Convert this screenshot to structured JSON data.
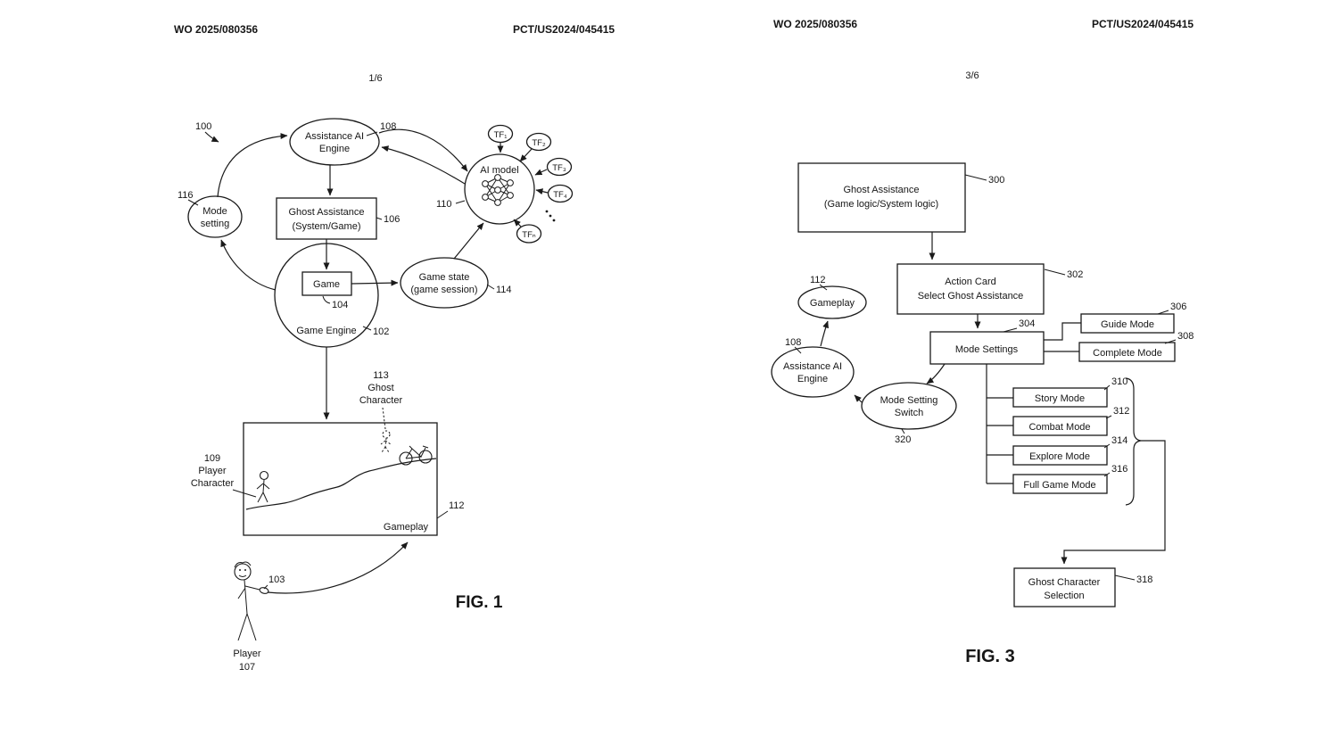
{
  "sheet1": {
    "header": {
      "left": "WO 2025/080356",
      "right": "PCT/US2024/045415"
    },
    "page_number": "1/6",
    "figure_caption": "FIG. 1",
    "refs": {
      "r100": "100",
      "r102": "102",
      "r103": "103",
      "r104": "104",
      "r106": "106",
      "r107": "107",
      "r108": "108",
      "r109": "109",
      "r110": "110",
      "r112": "112",
      "r113": "113",
      "r114": "114",
      "r116": "116"
    },
    "nodes": {
      "assistance_ai_line1": "Assistance AI",
      "assistance_ai_line2": "Engine",
      "mode_setting_line1": "Mode",
      "mode_setting_line2": "setting",
      "ghost_assistance_line1": "Ghost Assistance",
      "ghost_assistance_line2": "(System/Game)",
      "game": "Game",
      "game_engine": "Game Engine",
      "game_state_line1": "Game state",
      "game_state_line2": "(game session)",
      "ai_model": "AI model",
      "tf1": "TF₁",
      "tf2": "TF₂",
      "tf3": "TF₃",
      "tf4": "TF₄",
      "tfn": "TFₙ",
      "gameplay": "Gameplay",
      "ghost_character_line1": "Ghost",
      "ghost_character_line2": "Character",
      "player_character_line1": "Player",
      "player_character_line2": "Character",
      "player": "Player"
    }
  },
  "sheet2": {
    "header": {
      "left": "WO 2025/080356",
      "right": "PCT/US2024/045415"
    },
    "page_number": "3/6",
    "figure_caption": "FIG. 3",
    "refs": {
      "r108": "108",
      "r112": "112",
      "r300": "300",
      "r302": "302",
      "r304": "304",
      "r306": "306",
      "r308": "308",
      "r310": "310",
      "r312": "312",
      "r314": "314",
      "r316": "316",
      "r318": "318",
      "r320": "320"
    },
    "nodes": {
      "ghost_assistance_line1": "Ghost Assistance",
      "ghost_assistance_line2": "(Game logic/System logic)",
      "action_card_line1": "Action Card",
      "action_card_line2": "Select Ghost Assistance",
      "mode_settings": "Mode Settings",
      "guide_mode": "Guide Mode",
      "complete_mode": "Complete Mode",
      "story_mode": "Story Mode",
      "combat_mode": "Combat Mode",
      "explore_mode": "Explore Mode",
      "full_game_mode": "Full Game Mode",
      "ghost_character_selection_line1": "Ghost Character",
      "ghost_character_selection_line2": "Selection",
      "gameplay": "Gameplay",
      "assistance_ai_line1": "Assistance AI",
      "assistance_ai_line2": "Engine",
      "mode_setting_switch_line1": "Mode Setting",
      "mode_setting_switch_line2": "Switch"
    }
  }
}
